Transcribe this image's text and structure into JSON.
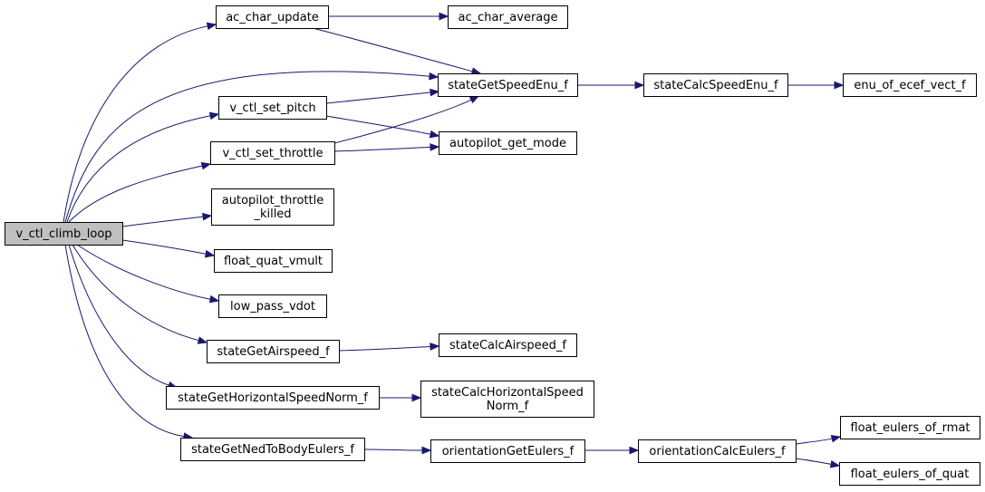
{
  "graph": {
    "nodes": [
      {
        "id": "root",
        "lines": [
          "v_ctl_climb_loop"
        ],
        "root": true
      },
      {
        "id": "ac_char_update",
        "lines": [
          "ac_char_update"
        ]
      },
      {
        "id": "ac_char_average",
        "lines": [
          "ac_char_average"
        ]
      },
      {
        "id": "stateGetSpeedEnu_f",
        "lines": [
          "stateGetSpeedEnu_f"
        ]
      },
      {
        "id": "stateCalcSpeedEnu_f",
        "lines": [
          "stateCalcSpeedEnu_f"
        ]
      },
      {
        "id": "enu_of_ecef_vect_f",
        "lines": [
          "enu_of_ecef_vect_f"
        ]
      },
      {
        "id": "v_ctl_set_pitch",
        "lines": [
          "v_ctl_set_pitch"
        ]
      },
      {
        "id": "autopilot_get_mode",
        "lines": [
          "autopilot_get_mode"
        ]
      },
      {
        "id": "v_ctl_set_throttle",
        "lines": [
          "v_ctl_set_throttle"
        ]
      },
      {
        "id": "autopilot_throttle_killed",
        "lines": [
          "autopilot_throttle",
          "_killed"
        ]
      },
      {
        "id": "float_quat_vmult",
        "lines": [
          "float_quat_vmult"
        ]
      },
      {
        "id": "low_pass_vdot",
        "lines": [
          "low_pass_vdot"
        ]
      },
      {
        "id": "stateGetAirspeed_f",
        "lines": [
          "stateGetAirspeed_f"
        ]
      },
      {
        "id": "stateCalcAirspeed_f",
        "lines": [
          "stateCalcAirspeed_f"
        ]
      },
      {
        "id": "stateGetHorizontalSpeedNorm_f",
        "lines": [
          "stateGetHorizontalSpeedNorm_f"
        ]
      },
      {
        "id": "stateCalcHorizontalSpeedNorm_f",
        "lines": [
          "stateCalcHorizontalSpeed",
          "Norm_f"
        ]
      },
      {
        "id": "stateGetNedToBodyEulers_f",
        "lines": [
          "stateGetNedToBodyEulers_f"
        ]
      },
      {
        "id": "orientationGetEulers_f",
        "lines": [
          "orientationGetEulers_f"
        ]
      },
      {
        "id": "orientationCalcEulers_f",
        "lines": [
          "orientationCalcEulers_f"
        ]
      },
      {
        "id": "float_eulers_of_rmat",
        "lines": [
          "float_eulers_of_rmat"
        ]
      },
      {
        "id": "float_eulers_of_quat",
        "lines": [
          "float_eulers_of_quat"
        ]
      }
    ],
    "edges": [
      {
        "from": "root",
        "to": "ac_char_update"
      },
      {
        "from": "root",
        "to": "stateGetSpeedEnu_f"
      },
      {
        "from": "root",
        "to": "v_ctl_set_pitch"
      },
      {
        "from": "root",
        "to": "v_ctl_set_throttle"
      },
      {
        "from": "root",
        "to": "autopilot_throttle_killed"
      },
      {
        "from": "root",
        "to": "float_quat_vmult"
      },
      {
        "from": "root",
        "to": "low_pass_vdot"
      },
      {
        "from": "root",
        "to": "stateGetAirspeed_f"
      },
      {
        "from": "root",
        "to": "stateGetHorizontalSpeedNorm_f"
      },
      {
        "from": "root",
        "to": "stateGetNedToBodyEulers_f"
      },
      {
        "from": "ac_char_update",
        "to": "ac_char_average"
      },
      {
        "from": "ac_char_update",
        "to": "stateGetSpeedEnu_f"
      },
      {
        "from": "stateGetSpeedEnu_f",
        "to": "stateCalcSpeedEnu_f"
      },
      {
        "from": "stateCalcSpeedEnu_f",
        "to": "enu_of_ecef_vect_f"
      },
      {
        "from": "v_ctl_set_pitch",
        "to": "stateGetSpeedEnu_f"
      },
      {
        "from": "v_ctl_set_pitch",
        "to": "autopilot_get_mode"
      },
      {
        "from": "v_ctl_set_throttle",
        "to": "stateGetSpeedEnu_f"
      },
      {
        "from": "v_ctl_set_throttle",
        "to": "autopilot_get_mode"
      },
      {
        "from": "stateGetAirspeed_f",
        "to": "stateCalcAirspeed_f"
      },
      {
        "from": "stateGetHorizontalSpeedNorm_f",
        "to": "stateCalcHorizontalSpeedNorm_f"
      },
      {
        "from": "stateGetNedToBodyEulers_f",
        "to": "orientationGetEulers_f"
      },
      {
        "from": "orientationGetEulers_f",
        "to": "orientationCalcEulers_f"
      },
      {
        "from": "orientationCalcEulers_f",
        "to": "float_eulers_of_rmat"
      },
      {
        "from": "orientationCalcEulers_f",
        "to": "float_eulers_of_quat"
      }
    ]
  },
  "colors": {
    "edge": "#191970",
    "node_border": "#000000",
    "node_fill": "#ffffff",
    "root_fill": "#bfbfbf"
  }
}
